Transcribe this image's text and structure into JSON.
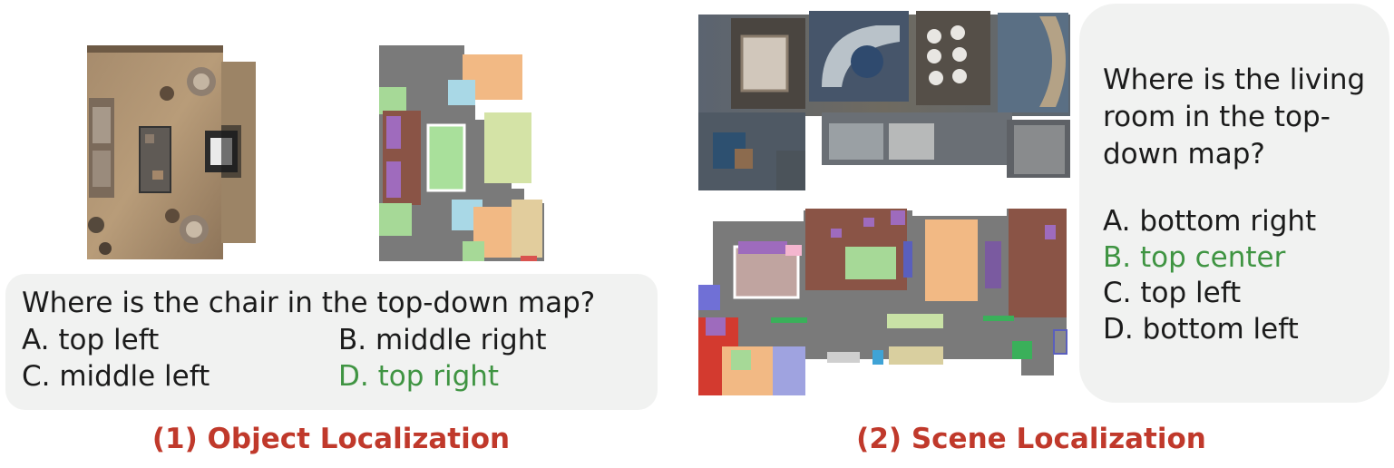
{
  "object_localization": {
    "question": "Where is the chair in the top-down map?",
    "options": {
      "a": "A. top left",
      "b": "B. middle right",
      "c": "C. middle left",
      "d": "D. top right"
    },
    "correct_option": "d",
    "caption": "(1) Object Localization"
  },
  "scene_localization": {
    "question_lines": [
      "Where is the living",
      "room in the top-",
      "down map?"
    ],
    "options": {
      "a": "A. bottom right",
      "b": "B. top center",
      "c": "C. top left",
      "d": "D. bottom left"
    },
    "correct_option": "b",
    "caption": "(2) Scene Localization"
  },
  "colors": {
    "caption": "#c0392b",
    "correct_answer": "#3f9442",
    "panel_background": "#f1f2f1"
  }
}
